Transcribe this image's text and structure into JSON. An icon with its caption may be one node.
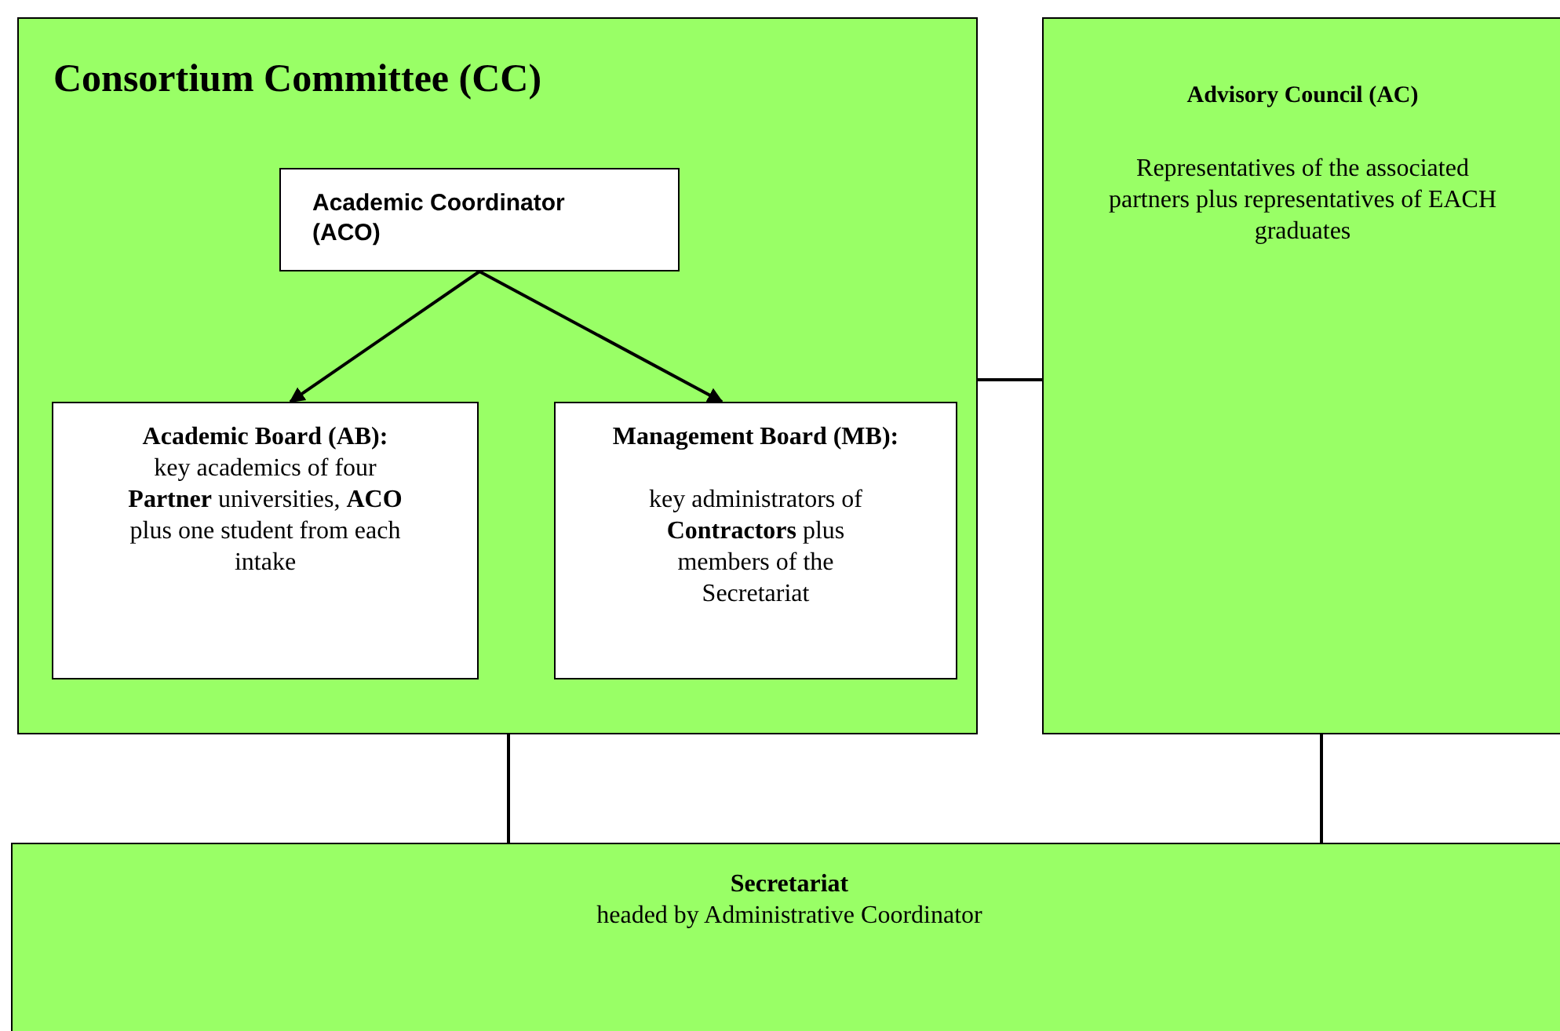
{
  "diagram": {
    "nodes": [
      {
        "text": [
          "Consortium Committee (CC)"
        ]
      },
      {
        "text": [
          "Academic Coordinator (ACO)"
        ],
        "in": 0
      },
      {
        "text": [
          "Academic Board (AB):",
          "key academics of four **Partner** universities, **ACO** plus one student from each intake"
        ],
        "in": 0
      },
      {
        "text": [
          "Management Board (MB):",
          "key administrators of **Contractors** plus members of the Secretariat"
        ],
        "in": 0
      },
      {
        "text": [
          "Advisory Council (AC)",
          "Representatives of the associated partners plus representatives of EACH graduates"
        ]
      },
      {
        "text": [
          "Secretariat",
          "headed by Administrative Coordinator"
        ]
      }
    ],
    "edges": [
      {
        "from": 1,
        "to": 2,
        "arrow": "to"
      },
      {
        "from": 1,
        "to": 3,
        "arrow": "to"
      },
      {
        "from": 0,
        "to": 4,
        "arrow": "none"
      },
      {
        "from": 0,
        "to": 5,
        "arrow": "none"
      },
      {
        "from": 4,
        "to": 5,
        "arrow": "none"
      }
    ]
  }
}
